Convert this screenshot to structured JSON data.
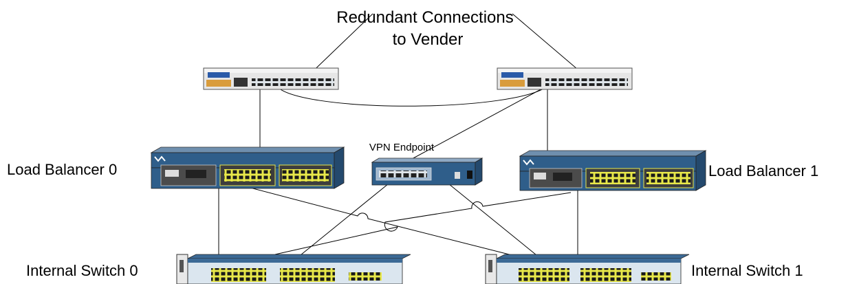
{
  "title_line1": "Redundant Connections",
  "title_line2": "to Vender",
  "vpn_label": "VPN Endpoint",
  "lb0_label": "Load Balancer 0",
  "lb1_label": "Load Balancer 1",
  "sw0_label": "Internal Switch 0",
  "sw1_label": "Internal Switch 1",
  "colors": {
    "device_blue": "#2f5e8a",
    "device_light": "#9fb7cf",
    "port_yellow": "#e8e84a",
    "line": "#000000"
  },
  "icons": [
    "top-switch-icon",
    "load-balancer-icon",
    "vpn-concentrator-icon",
    "access-switch-icon"
  ]
}
